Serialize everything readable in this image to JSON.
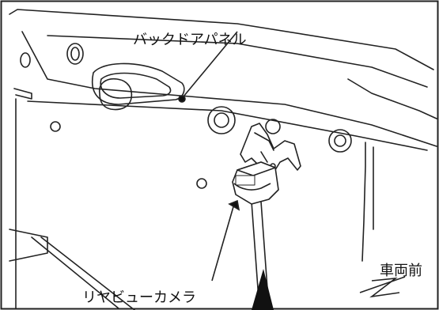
{
  "labels": {
    "back_door_panel": "バックドアパネル",
    "rear_view_camera": "リヤビューカメラ",
    "vehicle_front": "車両前"
  }
}
